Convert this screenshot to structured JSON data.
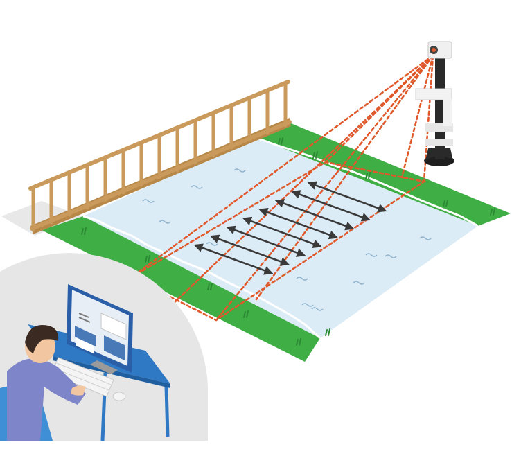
{
  "diagram": {
    "elements": {
      "footbridge": "footbridge",
      "river": "river",
      "riverbank_near": "riverbank",
      "riverbank_far": "riverbank",
      "camera": "camera-icon",
      "pole": "monitoring-pole",
      "field_of_view": "dashed-view-lines",
      "flow_arrows": "flow-velocity-arrows",
      "operator": "operator",
      "monitor": "monitor",
      "keyboard": "keyboard",
      "mouse": "mouse"
    },
    "flow_arrow_count": 8,
    "colors": {
      "water": "#dcecf7",
      "grass": "#3fae45",
      "grass_dark": "#2b8a33",
      "bridge": "#c99a5b",
      "dashed_line": "#e0592a",
      "arrow": "#3a3a3a",
      "desk": "#2f78c4",
      "shirt": "#7e86c9",
      "circle_bg": "#e6e6e6",
      "camera_body": "#f0f0f0",
      "pole": "#2a2a2a"
    }
  }
}
